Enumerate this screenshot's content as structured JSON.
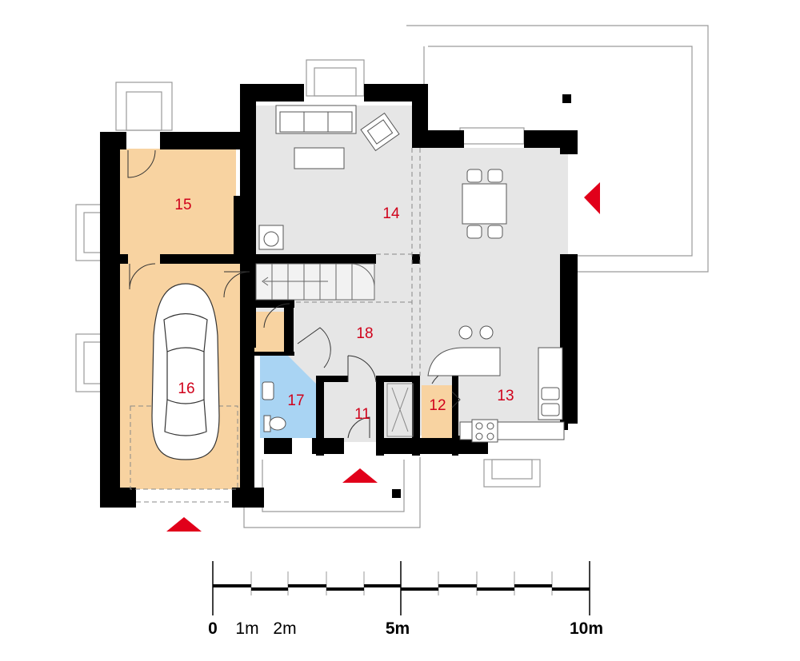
{
  "colors": {
    "wall": "#000000",
    "hall_floor": "#e6e6e6",
    "garage_floor": "#f8d3a1",
    "bathroom_floor": "#a9d4f3",
    "label": "#d0021b",
    "entrance_marker": "#e1001a"
  },
  "rooms": [
    {
      "id": "room-11",
      "number": "11"
    },
    {
      "id": "room-12",
      "number": "12"
    },
    {
      "id": "room-13",
      "number": "13"
    },
    {
      "id": "room-14",
      "number": "14"
    },
    {
      "id": "room-15",
      "number": "15"
    },
    {
      "id": "room-16",
      "number": "16"
    },
    {
      "id": "room-17",
      "number": "17"
    },
    {
      "id": "room-18",
      "number": "18"
    }
  ],
  "scale_bar": {
    "labels": [
      "0",
      "1m",
      "2m",
      "5m",
      "10m"
    ]
  },
  "icons": [
    "car-icon",
    "sofa-icon",
    "armchair-icon",
    "dining-table-icon",
    "stove-icon",
    "sink-icon",
    "toilet-icon",
    "washing-machine-icon",
    "entrance-arrow-icon",
    "staircase-icon"
  ]
}
